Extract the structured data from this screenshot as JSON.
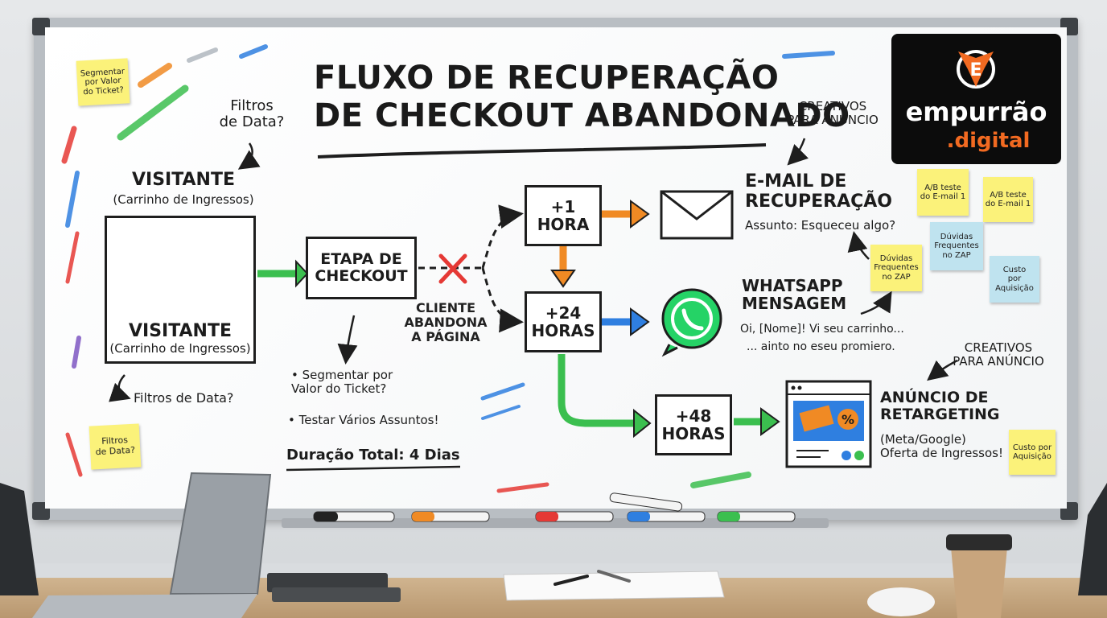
{
  "board": {
    "title_line1": "FLUXO DE RECUPERAÇÃO",
    "title_line2": "DE CHECKOUT ABANDONADO",
    "top_note_data": "Filtros\nde Data?",
    "visitor_title_top": "VISITANTE",
    "visitor_sub_top": "(Carrinho de Ingressos)",
    "visitor_title_inner": "VISITANTE",
    "visitor_sub_inner": "(Carrinho de Ingressos)",
    "filters_below": "Filtros de Data?",
    "checkout_box": "ETAPA DE\nCHECKOUT",
    "abandon_text": "CLIENTE\nABANDONA\nA PÁGINA",
    "bullet1": "• Segmentar por\n   Valor do Ticket?",
    "bullet2": "• Testar Vários Assuntos!",
    "duration": "Duração Total: 4 Dias",
    "hour1": "+1\nHORA",
    "hour24": "+24\nHORAS",
    "hour48": "+48\nHORAS",
    "email_title": "E-MAIL DE\nRECUPERAÇÃO",
    "email_subject": "Assunto: Esqueceu algo?",
    "whatsapp_title": "WHATSAPP\nMENSAGEM",
    "whatsapp_msg1": "Oi, [Nome]! Vi seu carrinho...",
    "whatsapp_msg2": "... ainto no eseu promiero.",
    "creativos_top": "CREATIVOS\nPARA ANÚNCIO",
    "creativos_bottom": "CREATIVOS\nPARA ANÚNCIO",
    "ad_title": "ANÚNCIO DE\nRETARGETING",
    "ad_sub": "(Meta/Google)\nOferta de Ingressos!"
  },
  "notes": {
    "segmentar": "Segmentar\npor Valor\ndo Ticket?",
    "filtros": "Filtros\nde Data?",
    "ab1": "A/B teste\ndo E-mail 1",
    "ab2": "A/B teste\ndo E-mail 1",
    "duvidas_blue": "Dúvidas\nFrequentes\nno ZAP",
    "duvidas_yellow": "Dúvidas\nFrequentes\nno ZAP",
    "custo_blue": "Custo\npor\nAquisição",
    "custo_yellow": "Custo por\nAquisição"
  },
  "logo": {
    "word1": "empurrão",
    "word2": ".digital",
    "accent": "#f26a21"
  },
  "colors": {
    "orange_arrow": "#f08a24",
    "blue_arrow": "#2f7fe0",
    "green_arrow": "#3bbf4f",
    "red_x": "#e53935",
    "whatsapp_green": "#25d366"
  }
}
